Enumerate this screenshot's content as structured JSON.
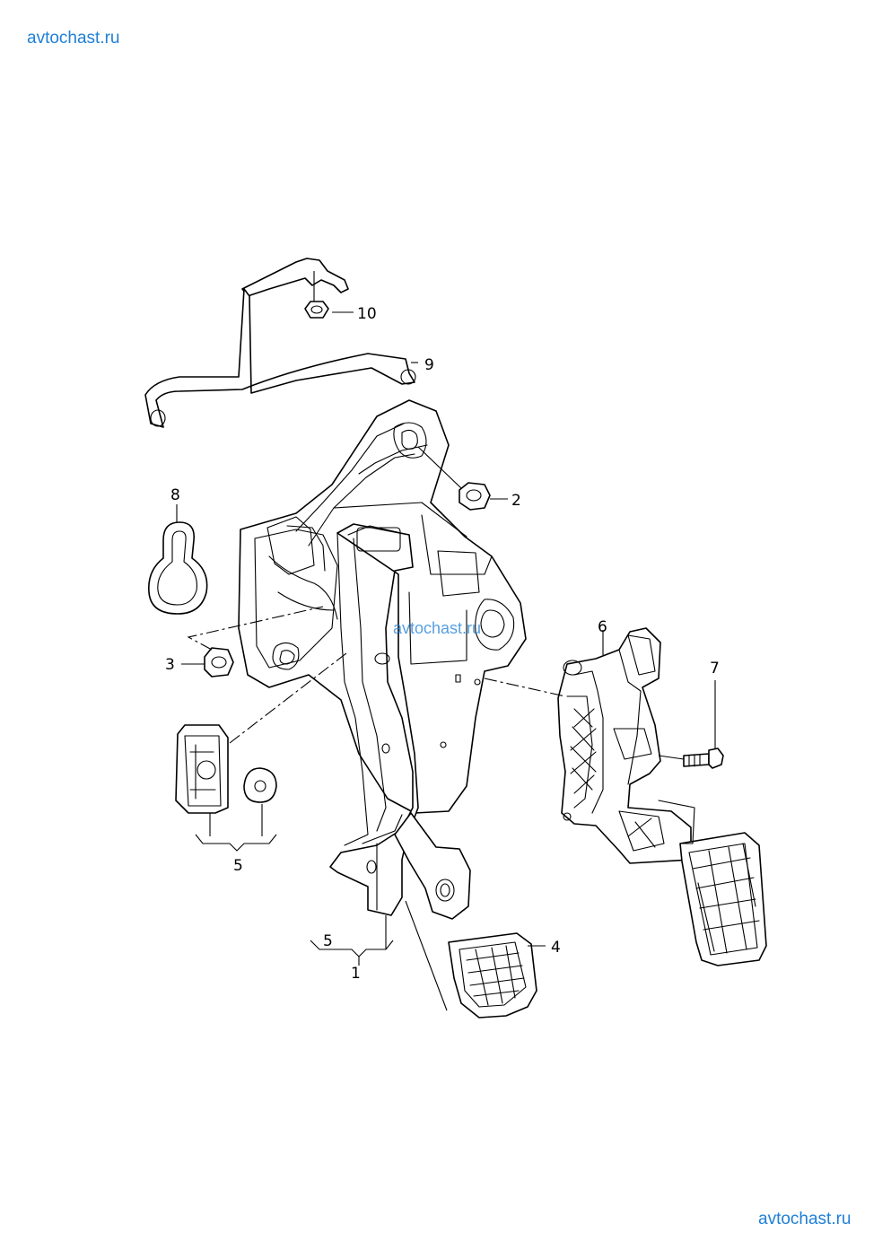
{
  "watermarks": {
    "top": "avtochast.ru",
    "center": "avtochast.ru",
    "bottom": "avtochast.ru"
  },
  "callouts": {
    "c1": "1",
    "c2": "2",
    "c3": "3",
    "c4": "4",
    "c5_left": "5",
    "c5_bottom": "5",
    "c6": "6",
    "c7": "7",
    "c8": "8",
    "c9": "9",
    "c10": "10"
  }
}
